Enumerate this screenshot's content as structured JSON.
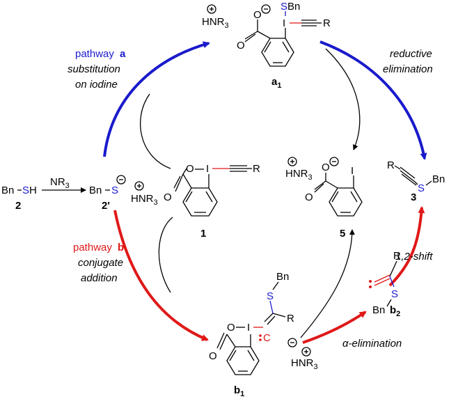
{
  "labels": {
    "pathway_a_word": "pathway",
    "pathway_a_letter": "a",
    "pathway_a_line2": "substitution",
    "pathway_a_line3": "on iodine",
    "pathway_b_word": "pathway",
    "pathway_b_letter": "b",
    "pathway_b_line2": "conjugate",
    "pathway_b_line3": "addition",
    "reductive_1": "reductive",
    "reductive_2": "elimination",
    "alpha_elim": "α-elimination",
    "shift": "1,2-shift"
  },
  "compounds": {
    "c2": "2",
    "c2p": "2'",
    "c1": "1",
    "c5": "5",
    "c3": "3",
    "a1": "a",
    "a1_sub": "1",
    "b1": "b",
    "b1_sub": "1",
    "b2": "b",
    "b2_sub": "2"
  },
  "atoms": {
    "Bn": "Bn",
    "S": "S",
    "H": "H",
    "NR3": "NR",
    "sub3": "3",
    "HNR3": "HNR",
    "O": "O",
    "I": "I",
    "R": "R",
    "C": "C",
    "SBn": "SBn",
    "plus": "+",
    "minus": "−"
  },
  "colors": {
    "blue": "#1a1acc",
    "red": "#e01818",
    "black": "#000000"
  }
}
